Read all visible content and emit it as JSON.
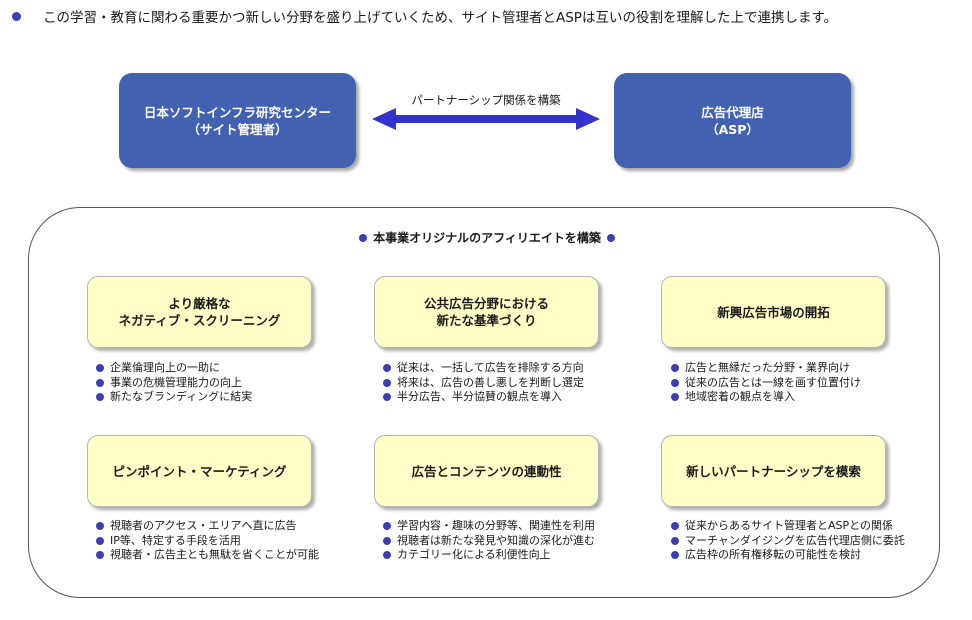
{
  "headline": "この学習・教育に関わる重要かつ新しい分野を盛り上げていくため、サイト管理者とASPは互いの役割を理解した上で連携します。",
  "partner_left": {
    "line1": "日本ソフトインフラ研究センター",
    "line2": "（サイト管理者）"
  },
  "partner_right": {
    "line1": "広告代理店",
    "line2": "（ASP）"
  },
  "arrow_label": "パートナーシップ関係を構築",
  "section_title": "本事業オリジナルのアフィリエイトを構築",
  "colors": {
    "box_blue": "#4361b1",
    "card_yellow": "#ffffc8",
    "bullet": "#3a3fb3",
    "arrow": "#3333cc"
  },
  "cards": [
    {
      "lines": [
        "より厳格な",
        "ネガティブ・スクリーニング"
      ],
      "bullets": [
        "企業倫理向上の一助に",
        "事業の危機管理能力の向上",
        "新たなブランディングに結実"
      ]
    },
    {
      "lines": [
        "公共広告分野における",
        "新たな基準づくり"
      ],
      "bullets": [
        "従来は、一括して広告を排除する方向",
        "将来は、広告の善し悪しを判断し選定",
        "半分広告、半分協賛の観点を導入"
      ]
    },
    {
      "lines": [
        "新興広告市場の開拓"
      ],
      "bullets": [
        "広告と無縁だった分野・業界向け",
        "従来の広告とは一線を画す位置付け",
        "地域密着の観点を導入"
      ]
    },
    {
      "lines": [
        "ピンポイント・マーケティング"
      ],
      "bullets": [
        "視聴者のアクセス・エリアへ直に広告",
        "IP等、特定する手段を活用",
        "視聴者・広告主とも無駄を省くことが可能"
      ]
    },
    {
      "lines": [
        "広告とコンテンツの連動性"
      ],
      "bullets": [
        "学習内容・趣味の分野等、関連性を利用",
        "視聴者は新たな発見や知識の深化が進む",
        "カテゴリー化による利便性向上"
      ]
    },
    {
      "lines": [
        "新しいパートナーシップを模索"
      ],
      "bullets": [
        "従来からあるサイト管理者とASPとの関係",
        "マーチャンダイジングを広告代理店側に委託",
        "広告枠の所有権移転の可能性を検討"
      ]
    }
  ]
}
